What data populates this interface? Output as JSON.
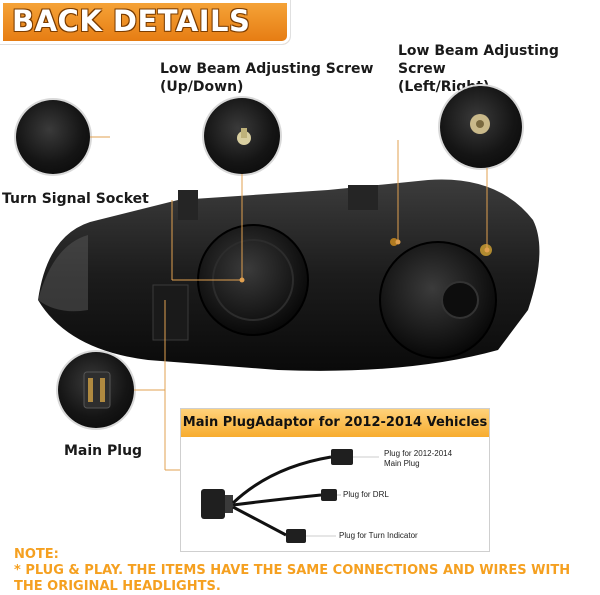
{
  "header": {
    "title": "BACK DETAILS"
  },
  "callouts": {
    "low_beam_updown": {
      "line1": "Low Beam Adjusting Screw",
      "line2": "(Up/Down)"
    },
    "low_beam_leftright": {
      "line1": "Low Beam Adjusting Screw",
      "line2": "(Left/Right)"
    },
    "turn_signal": "Turn Signal Socket",
    "main_plug": "Main Plug"
  },
  "plug_adaptor": {
    "title": "Main PlugAdaptor for 2012-2014 Vehicles",
    "label_main_line1": "Plug for 2012-2014",
    "label_main_line2": "Main Plug",
    "label_drl": "Plug for DRL",
    "label_turn": "Plug for Turn Indicator"
  },
  "note": {
    "heading": "NOTE:",
    "text": "* PLUG & PLAY. THE ITEMS HAVE THE SAME CONNECTIONS AND WIRES WITH THE ORIGINAL HEADLIGHTS."
  },
  "colors": {
    "accent": "#f5a020",
    "banner": "#ef8f22",
    "callout_line": "#e0a050"
  }
}
